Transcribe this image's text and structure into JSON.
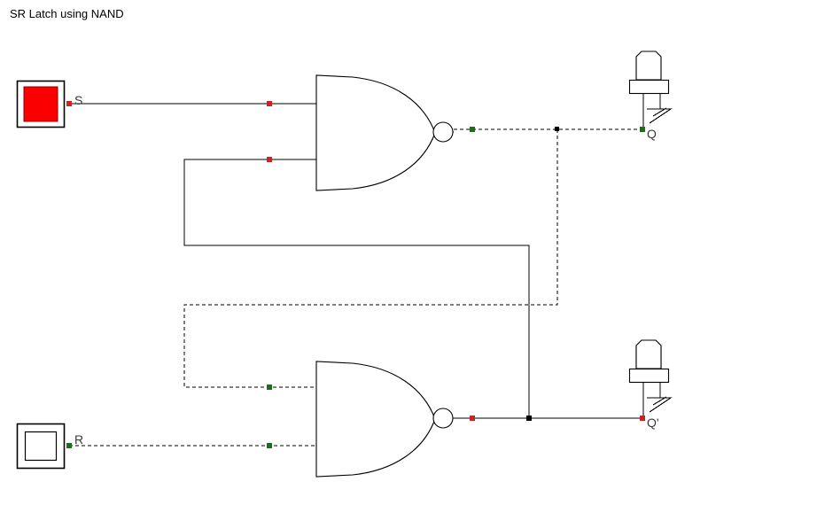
{
  "title": "SR Latch using NAND",
  "colors": {
    "high": "#cc2222",
    "low": "#1f6b1f",
    "wire": "#000000",
    "led_on_fill": "#fb0000",
    "led_off_fill": "#ffffff",
    "switch_on_fill": "#fb0000",
    "switch_off_fill": "#ffffff",
    "background": "#ffffff",
    "label_text": "#3a3a3a"
  },
  "inputs": [
    {
      "id": "switch-s",
      "label": "S",
      "state": "on",
      "state_value": "1",
      "node_color": "#cc2222",
      "fill": "#fb0000",
      "wire_style": "solid"
    },
    {
      "id": "switch-r",
      "label": "R",
      "state": "off",
      "state_value": "0",
      "node_color": "#1f6b1f",
      "fill": "#ffffff",
      "wire_style": "dashed"
    }
  ],
  "gates": [
    {
      "id": "nand-top",
      "type": "NAND",
      "inputs_state": [
        "1",
        "1"
      ],
      "input_node_colors": [
        "#cc2222",
        "#cc2222"
      ],
      "output_state": "0",
      "output_node_color": "#1f6b1f",
      "output_wire_style": "dashed"
    },
    {
      "id": "nand-bottom",
      "type": "NAND",
      "inputs_state": [
        "0",
        "0"
      ],
      "input_node_colors": [
        "#1f6b1f",
        "#1f6b1f"
      ],
      "output_state": "1",
      "output_node_color": "#cc2222",
      "output_wire_style": "solid"
    }
  ],
  "outputs": [
    {
      "id": "led-q",
      "label": "Q",
      "state": "off",
      "state_value": "0",
      "node_color": "#1f6b1f",
      "fill": "#ffffff",
      "wire_style": "dashed"
    },
    {
      "id": "led-qbar",
      "label": "Q'",
      "state": "on",
      "state_value": "1",
      "node_color": "#cc2222",
      "fill": "#fb0000",
      "wire_style": "solid"
    }
  ],
  "nets": [
    {
      "id": "net-s-to-gate1",
      "from": "switch-s",
      "to": "nand-top.in1",
      "style": "solid",
      "logic": "1"
    },
    {
      "id": "net-r-to-gate2",
      "from": "switch-r",
      "to": "nand-bottom.in2",
      "style": "dashed",
      "logic": "0"
    },
    {
      "id": "net-q-feedback",
      "from": "nand-top.out",
      "to": "nand-bottom.in1",
      "style": "dashed",
      "logic": "0"
    },
    {
      "id": "net-qbar-feedback",
      "from": "nand-bottom.out",
      "to": "nand-top.in2",
      "style": "solid",
      "logic": "1"
    }
  ]
}
